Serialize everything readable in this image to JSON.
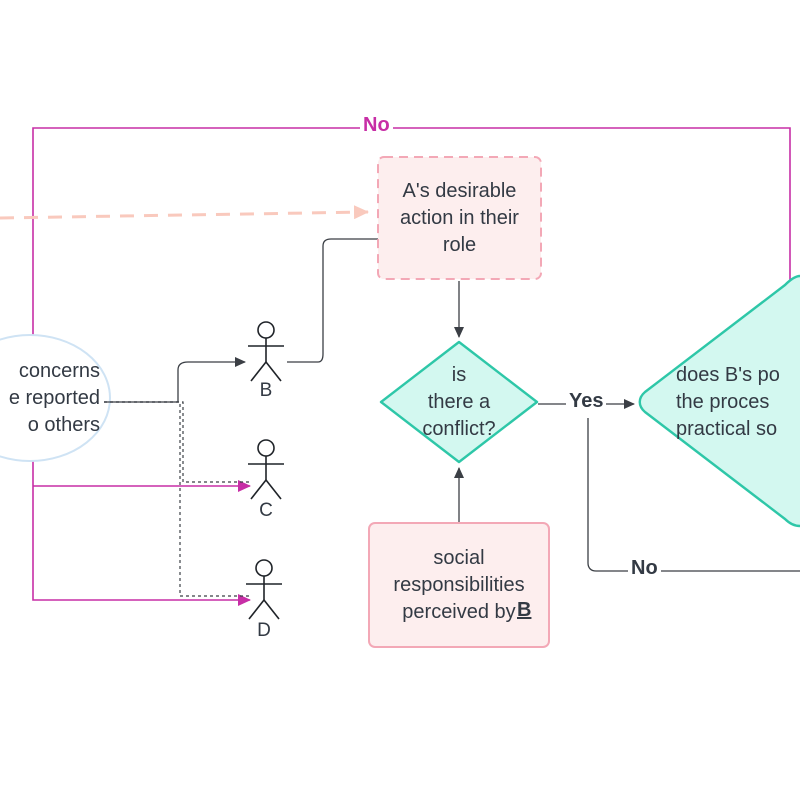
{
  "colors": {
    "magenta": "#c72ea6",
    "dark_line": "#3b3f45",
    "teal_fill": "#d3f8f0",
    "teal_stroke": "#2ec7a8",
    "pink_fill": "#fdeeee",
    "pink_stroke": "#f3a8b6",
    "peach_arrow": "#f9c9bd",
    "oval_stroke": "#cfe3f4"
  },
  "nodes": {
    "desirable_action": "A's desirable\naction in their\nrole",
    "conflict": "is\nthere a\nconflict?",
    "social": "social\nresponsibilities\nperceived by",
    "social_bold": "B",
    "does_b": "does B's po\nthe proces\npractical so",
    "concerns": "concerns\ne reported\no others"
  },
  "edges": {
    "no_top": "No",
    "yes": "Yes",
    "no_bottom": "No"
  },
  "actors": {
    "b": "B",
    "c": "C",
    "d": "D"
  },
  "icons": [
    "stick-figure-icon",
    "arrowhead-icon"
  ]
}
